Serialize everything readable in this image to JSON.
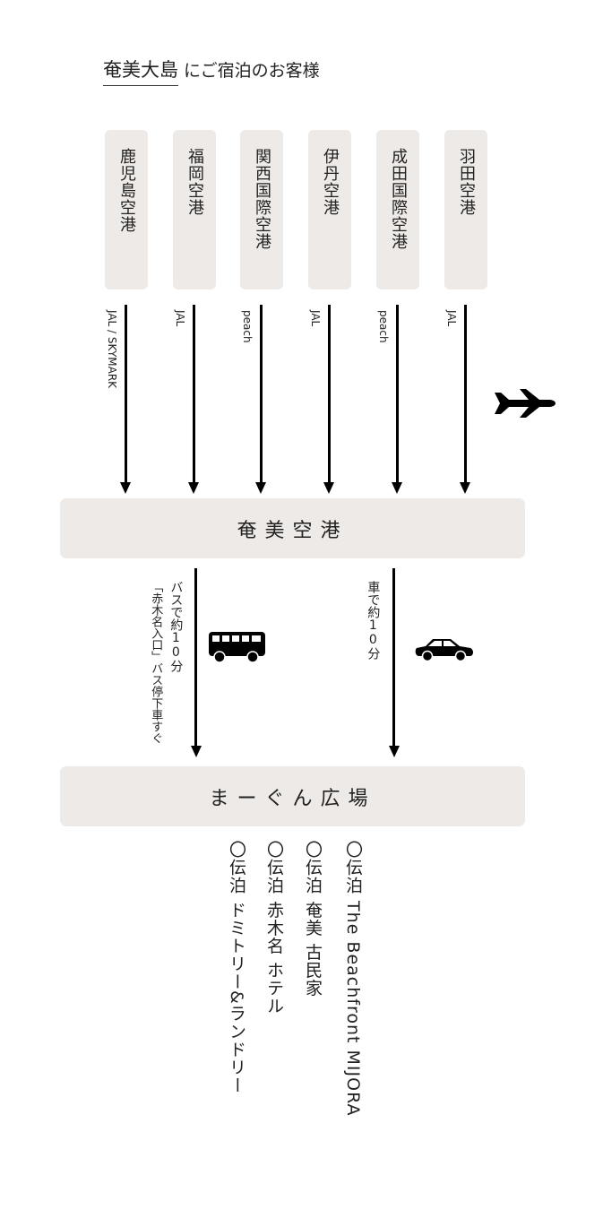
{
  "title": {
    "highlight": "奄美大島",
    "rest": "にご宿泊のお客様"
  },
  "origins": [
    {
      "name": "鹿児島空港",
      "carrier": "JAL / SKYMARK"
    },
    {
      "name": "福岡空港",
      "carrier": "JAL"
    },
    {
      "name": "関西国際空港",
      "carrier": "peach"
    },
    {
      "name": "伊丹空港",
      "carrier": "JAL"
    },
    {
      "name": "成田国際空港",
      "carrier": "peach"
    },
    {
      "name": "羽田空港",
      "carrier": "JAL"
    }
  ],
  "hub1": "奄美空港",
  "bus": {
    "line1": "バスで約10分",
    "line2": "「赤木名入口」バス停下車すぐ"
  },
  "car": {
    "line1": "車で約10分"
  },
  "hub2": "まーぐん広場",
  "hotels": [
    "〇伝泊 The Beachfront MIJORA",
    "〇伝泊 奄美 古民家",
    "〇伝泊 赤木名 ホテル",
    "〇伝泊 ドミトリー&ランドリー"
  ],
  "icons": {
    "plane": "airplane-icon",
    "bus": "bus-icon",
    "car": "car-icon"
  }
}
